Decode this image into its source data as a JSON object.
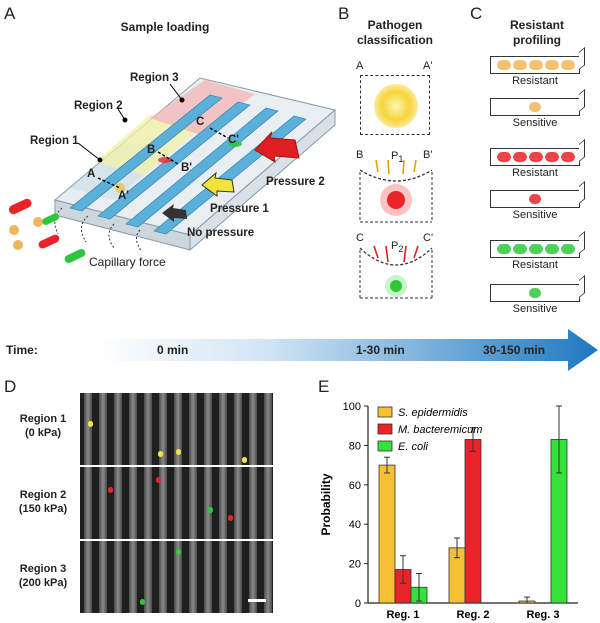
{
  "panels": {
    "A": {
      "letter": "A",
      "title": "Sample loading",
      "regions": [
        "Region 1",
        "Region 2",
        "Region 3"
      ],
      "points": [
        "A",
        "A'",
        "B",
        "B'",
        "C",
        "C'"
      ],
      "pressures": [
        "No pressure",
        "Pressure 1",
        "Pressure 2"
      ],
      "capillary": "Capillary force",
      "colors": {
        "region1": "#cfe0ea",
        "region2": "#f3f1a6",
        "region3": "#f4b4b4",
        "channel": "#5ab0d8",
        "arrow_yellow": "#f2e436",
        "arrow_red": "#e02020",
        "arrow_gray": "#333333"
      }
    },
    "B": {
      "letter": "B",
      "title_line1": "Pathogen",
      "title_line2": "classification",
      "cross_sections": [
        {
          "left": "A",
          "right": "A'",
          "pressure_label": "",
          "color": "#f5c400"
        },
        {
          "left": "B",
          "right": "B'",
          "pressure_label": "P",
          "pressure_sub": "1",
          "color": "#e8242a"
        },
        {
          "left": "C",
          "right": "C'",
          "pressure_label": "P",
          "pressure_sub": "2",
          "color": "#2fc73a"
        }
      ]
    },
    "C": {
      "letter": "C",
      "title_line1": "Resistant",
      "title_line2": "profiling",
      "tubes": [
        {
          "label": "Resistant",
          "color": "#f2b55c",
          "count": 5
        },
        {
          "label": "Sensitive",
          "color": "#f2b55c",
          "count": 1
        },
        {
          "label": "Resistant",
          "color": "#e8242a",
          "count": 5
        },
        {
          "label": "Sensitive",
          "color": "#e8242a",
          "count": 1
        },
        {
          "label": "Resistant",
          "color": "#2fc73a",
          "count": 5
        },
        {
          "label": "Sensitive",
          "color": "#2fc73a",
          "count": 1
        }
      ]
    }
  },
  "timeline": {
    "label": "Time:",
    "ticks": [
      "0 min",
      "1-30 min",
      "30-150 min"
    ],
    "color": "#1e78c0"
  },
  "panel_D": {
    "letter": "D",
    "rows": [
      {
        "line1": "Region 1",
        "line2": "(0 kPa)"
      },
      {
        "line1": "Region 2",
        "line2": "(150 kPa)"
      },
      {
        "line1": "Region 3",
        "line2": "(200 kPa)"
      }
    ]
  },
  "chart_data": {
    "type": "bar",
    "panel_letter": "E",
    "categories": [
      "Reg. 1",
      "Reg. 2",
      "Reg. 3"
    ],
    "series": [
      {
        "name": "S. epidermidis",
        "color": "#f5c031",
        "values": [
          70,
          28,
          1
        ],
        "errors": [
          4,
          5,
          2
        ]
      },
      {
        "name": "M. bacteremicum",
        "color": "#e8242a",
        "values": [
          17,
          83,
          0
        ],
        "errors": [
          7,
          6,
          0
        ]
      },
      {
        "name": "E. coli",
        "color": "#33e23a",
        "values": [
          8,
          0,
          83
        ],
        "errors": [
          7,
          0,
          17
        ]
      }
    ],
    "ylabel": "Probability",
    "ylim": [
      0,
      100
    ],
    "yticks": [
      0,
      20,
      40,
      60,
      80,
      100
    ],
    "legend_position": "top-right"
  }
}
